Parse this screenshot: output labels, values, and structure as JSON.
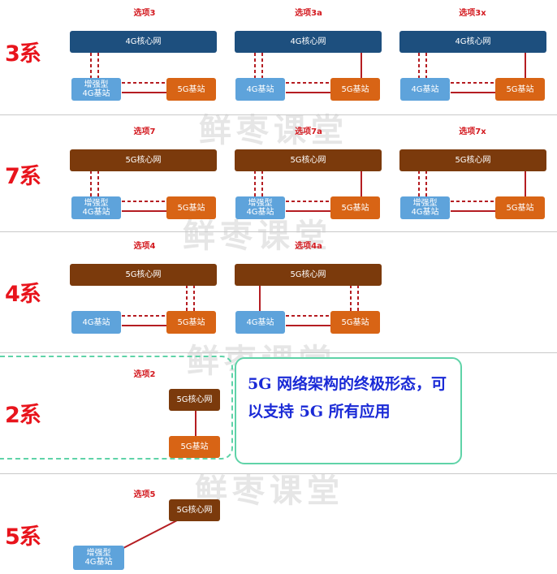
{
  "series": {
    "s3": "3系",
    "s7": "7系",
    "s4": "4系",
    "s2": "2系",
    "s5": "5系"
  },
  "options": {
    "o3": "选项3",
    "o3a": "选项3a",
    "o3x": "选项3x",
    "o7": "选项7",
    "o7a": "选项7a",
    "o7x": "选项7x",
    "o4": "选项4",
    "o4a": "选项4a",
    "o2": "选项2",
    "o5": "选项5"
  },
  "labels": {
    "core4g": "4G核心网",
    "core5g": "5G核心网",
    "enb": "4G基站",
    "enb_enh_1": "增强型",
    "enb_enh_2": "4G基站",
    "gnb": "5G基站"
  },
  "watermark": "鲜枣课堂",
  "callout": {
    "text": "5G 网络架构的终极形态，可以支持 5G 所有应用"
  },
  "colors": {
    "series_red": "#e8141c",
    "core_4g": "#1d4f7e",
    "core_5g": "#7b3a0c",
    "enb_blue": "#5ea3db",
    "gnb_orange": "#d86415",
    "line_red": "#b51d22",
    "callout_border": "#5fd3a8",
    "callout_text": "#1a2ad6"
  }
}
